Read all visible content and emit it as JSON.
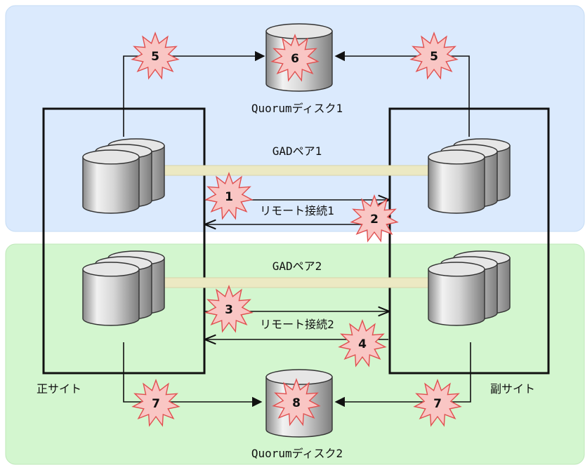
{
  "diagram": {
    "labels": {
      "quorum1": "Quorumディスク1",
      "quorum2": "Quorumディスク2",
      "pair1": "GADペア1",
      "pair2": "GADペア2",
      "remote1": "リモート接続1",
      "remote2": "リモート接続2",
      "primary_site": "正サイト",
      "secondary_site": "副サイト"
    },
    "markers": {
      "m1": "1",
      "m2": "2",
      "m3": "3",
      "m4": "4",
      "m5a": "5",
      "m5b": "5",
      "m6": "6",
      "m7a": "7",
      "m7b": "7",
      "m8": "8"
    },
    "colors": {
      "region_top": "#dbeafd",
      "region_bottom": "#d3f6cf",
      "pair_link": "#ece9c3",
      "failure_marker": "#f9c6c4",
      "failure_marker_stroke": "#e05050"
    }
  }
}
